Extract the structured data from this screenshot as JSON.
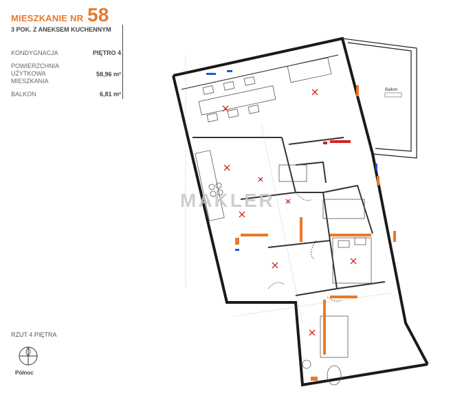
{
  "header": {
    "title": "MIESZKANIE NR",
    "number": "58",
    "subtitle": "3 POK. Z ANEKSEM KUCHENNYM"
  },
  "info": {
    "floor_label": "KONDYGNACJA",
    "floor_value": "PIĘTRO 4",
    "area_label": "POWIERZCHNIA UŻYTKOWA MIESZKANIA",
    "area_value": "58,96 m²",
    "balcony_label": "BALKON",
    "balcony_value": "6,81 m²"
  },
  "plan": {
    "caption": "RZUT 4 PIĘTRA",
    "compass_label": "Północ",
    "balcony_room_label": "Balkon",
    "watermark": "MAKLER"
  },
  "colors": {
    "accent": "#e8792a",
    "wall": "#1a1a1a",
    "marker": "#d62020",
    "blue": "#1a5ad6"
  }
}
